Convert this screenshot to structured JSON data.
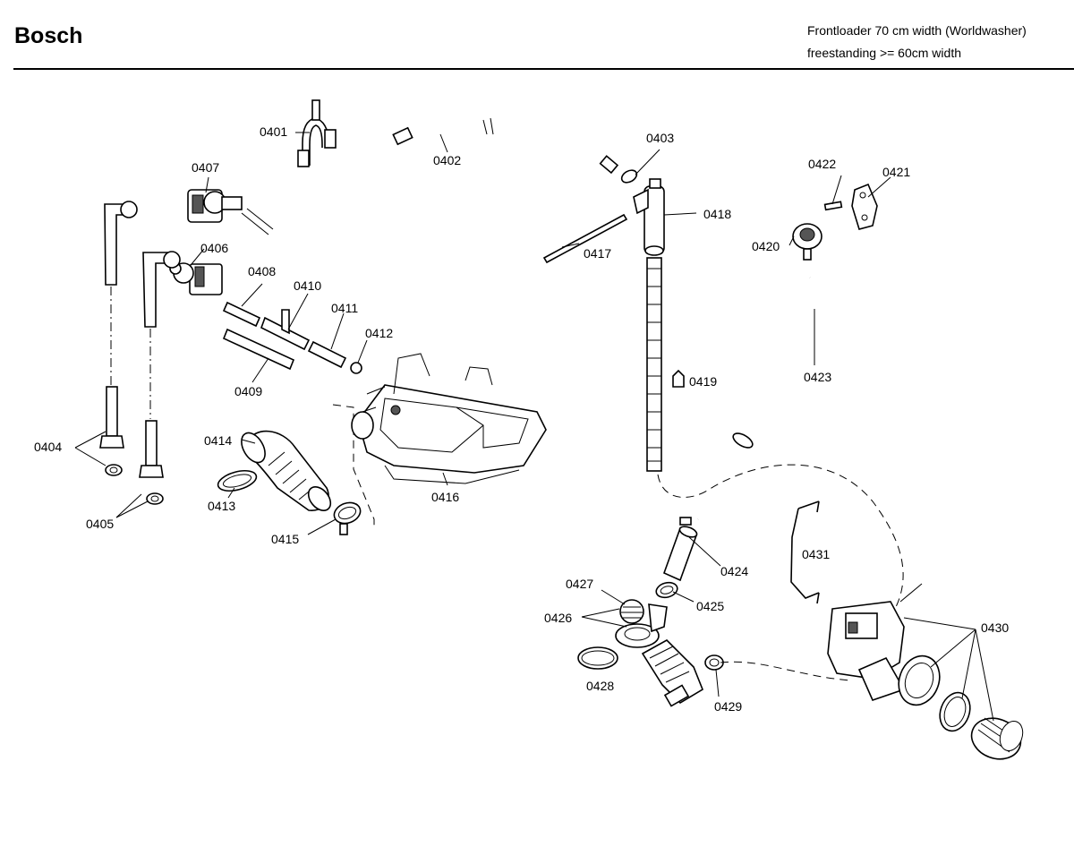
{
  "header": {
    "brand": "Bosch",
    "subtitle_line1": "Frontloader 70 cm width (Worldwasher)",
    "subtitle_line2": "freestanding >= 60cm width"
  },
  "parts": {
    "p0401": "0401",
    "p0402": "0402",
    "p0403": "0403",
    "p0404": "0404",
    "p0405": "0405",
    "p0406": "0406",
    "p0407": "0407",
    "p0408": "0408",
    "p0409": "0409",
    "p0410": "0410",
    "p0411": "0411",
    "p0412": "0412",
    "p0413": "0413",
    "p0414": "0414",
    "p0415": "0415",
    "p0416": "0416",
    "p0417": "0417",
    "p0418": "0418",
    "p0419": "0419",
    "p0420": "0420",
    "p0421": "0421",
    "p0422": "0422",
    "p0423": "0423",
    "p0424": "0424",
    "p0425": "0425",
    "p0426": "0426",
    "p0427": "0427",
    "p0428": "0428",
    "p0429": "0429",
    "p0430": "0430",
    "p0431": "0431"
  }
}
